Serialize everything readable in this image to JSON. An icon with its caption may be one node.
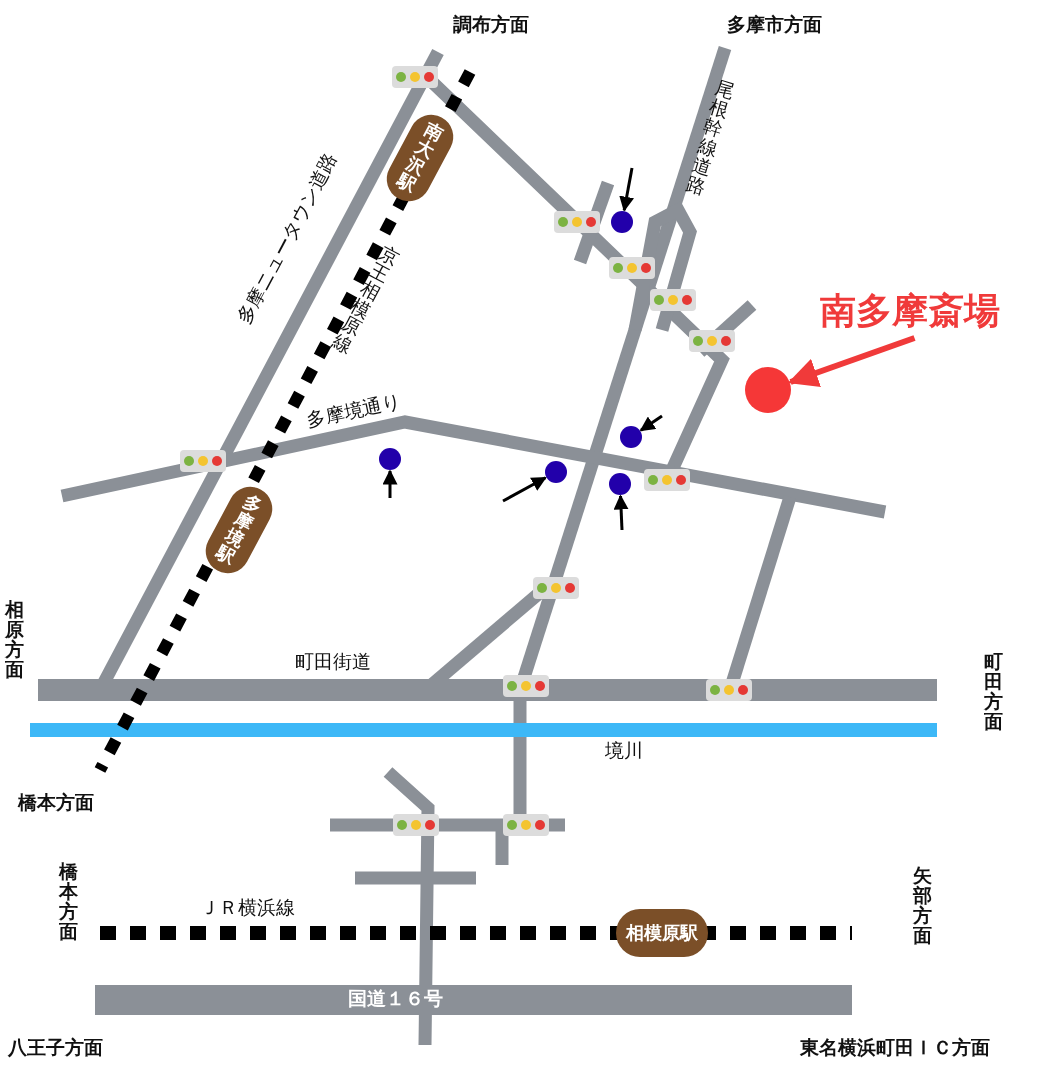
{
  "diagram": {
    "nodes": [
      {
        "text": [
          "南大沢駅"
        ]
      },
      {
        "text": [
          "多摩境駅"
        ]
      },
      {
        "text": [
          "相模原駅"
        ]
      },
      {
        "text": [],
        "shape": "circle"
      },
      {
        "text": [],
        "shape": "circle"
      },
      {
        "text": [],
        "shape": "circle"
      },
      {
        "text": [],
        "shape": "circle"
      },
      {
        "text": [],
        "shape": "circle"
      },
      {
        "text": [],
        "shape": "circle"
      },
      {
        "text": [
          "南多摩斎場"
        ]
      }
    ],
    "edges": [
      {
        "from": null,
        "to": 3,
        "arrow": "to"
      },
      {
        "from": null,
        "to": 4,
        "arrow": "to"
      },
      {
        "from": null,
        "to": 5,
        "arrow": "to"
      },
      {
        "from": null,
        "to": 6,
        "arrow": "to"
      },
      {
        "from": null,
        "to": 7,
        "arrow": "to"
      },
      {
        "from": 9,
        "to": 8,
        "arrow": "to",
        "style": "thick",
        "color": "#f03a3a"
      }
    ],
    "labels": [
      "調布方面",
      "多摩市方面",
      "尾根幹線道路",
      "多摩ニュータウン道路",
      "京王相模原線",
      "多摩境通り",
      "相原方面",
      "町田街道",
      "町田方面",
      "境川",
      "橋本方面",
      "橋本方面",
      "ＪＲ横浜線",
      "矢部方面",
      "国道１６号",
      "八王子方面",
      "東名横浜町田ＩＣ方面"
    ]
  }
}
